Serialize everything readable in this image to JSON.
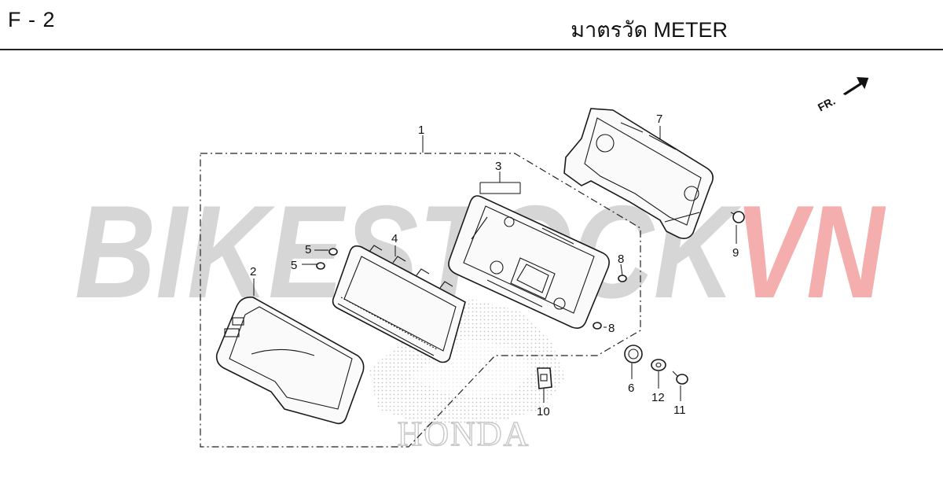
{
  "header": {
    "code": "F - 2",
    "title": "มาตรวัด  METER"
  },
  "watermark": {
    "part1": "BIKESTOCK",
    "part2": "VN",
    "color1": "#c8c8c8",
    "color2": "#f2a0a0"
  },
  "fr_label": "FR.",
  "brand_mark": "HONDA",
  "callouts": {
    "c1": "1",
    "c2": "2",
    "c3": "3",
    "c4": "4",
    "c5a": "5",
    "c5b": "5",
    "c6": "6",
    "c7": "7",
    "c8a": "8",
    "c8b": "8",
    "c9": "9",
    "c10": "10",
    "c11": "11",
    "c12": "12"
  }
}
